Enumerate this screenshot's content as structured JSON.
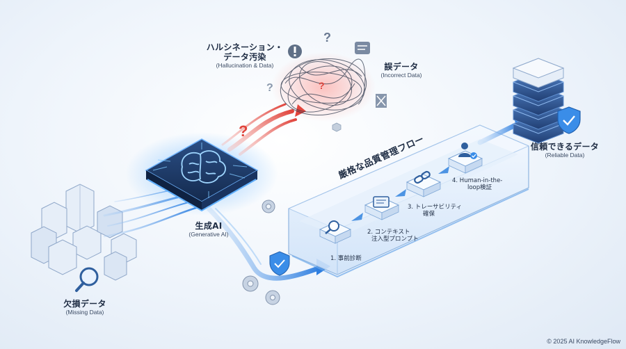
{
  "nodes": {
    "hallucination": {
      "title_line1": "ハルシネーション・",
      "title_line2": "データ汚染",
      "subtitle": "(Hallucination & Data)"
    },
    "incorrect": {
      "title": "誤データ",
      "subtitle": "(Incorrect Data)"
    },
    "generative_ai": {
      "title": "生成AI",
      "subtitle": "(Generative AI)"
    },
    "missing": {
      "title": "欠損データ",
      "subtitle": "(Missing Data)"
    },
    "reliable": {
      "title": "信頼できるデータ",
      "subtitle": "(Reliable Data)"
    }
  },
  "flow": {
    "title": "厳格な品質管理フロー",
    "steps": [
      {
        "label": "1. 事前診断"
      },
      {
        "label_line1": "2. コンテキスト",
        "label_line2": "注入型プロンプト"
      },
      {
        "label_line1": "3. トレーサビリティ",
        "label_line2": "確保"
      },
      {
        "label_line1": "4. Human-in-the-",
        "label_line2": "loop検証"
      }
    ]
  },
  "question_marks": [
    "?",
    "?",
    "?",
    "?"
  ],
  "footer": {
    "copyright": "© 2025 AI KnowledgeFlow"
  },
  "colors": {
    "accent": "#2f7fe0",
    "danger": "#e0443c",
    "navy": "#1f3a66",
    "glass": "#dceafb"
  }
}
